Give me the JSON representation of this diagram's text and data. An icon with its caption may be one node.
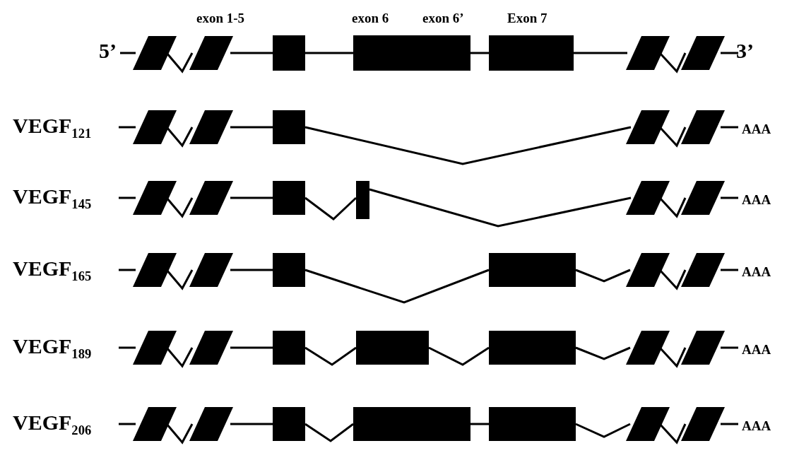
{
  "diagram": {
    "labels": [
      "exon 1-5",
      "exon 6",
      "exon 6’",
      "Exon 7",
      "5’",
      "3’",
      "VEGF$_{121}$",
      "AAA",
      "VEGF$_{145}$",
      "AAA",
      "VEGF$_{165}$",
      "AAA",
      "VEGF$_{189}$",
      "AAA",
      "VEGF$_{206}$",
      "AAA"
    ]
  }
}
